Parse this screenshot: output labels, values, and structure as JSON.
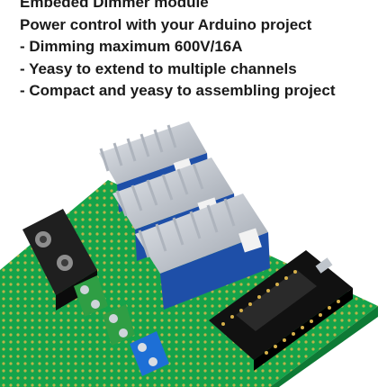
{
  "caption": {
    "title": "Embeded Dimmer module",
    "subtitle": "Power control with your Arduino project",
    "bullets": [
      "- Dimming maximum 600V/16A",
      "- Yeasy to extend to multiple channels",
      "- Compact and yeasy to assembling project"
    ]
  },
  "photo": {
    "board_color": "#16a34a",
    "module_color": "#1e4fa8",
    "heatsink_color": "#c9ced6",
    "controller_color": "#111111",
    "terminal_black": "#1f1f1f",
    "terminal_green": "#2f9e44",
    "terminal_blue": "#1d6fd6"
  }
}
